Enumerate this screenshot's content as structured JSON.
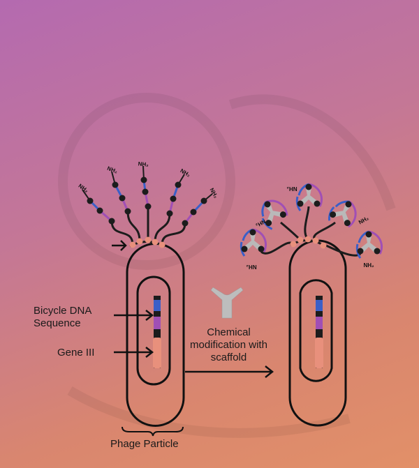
{
  "labels": {
    "bicycle_dna": "Bicycle DNA Sequence",
    "gene_iii": "Gene III",
    "chemical_modification": "Chemical modification with scaffold",
    "phage_particle": "Phage Particle",
    "amine": "NH₂"
  },
  "colors": {
    "strand": "#1c1c1c",
    "blue_segment": "#3a5fc8",
    "purple_segment": "#a04fb5",
    "pink": "#e8907c",
    "scaffold": "#b9b9b9"
  }
}
